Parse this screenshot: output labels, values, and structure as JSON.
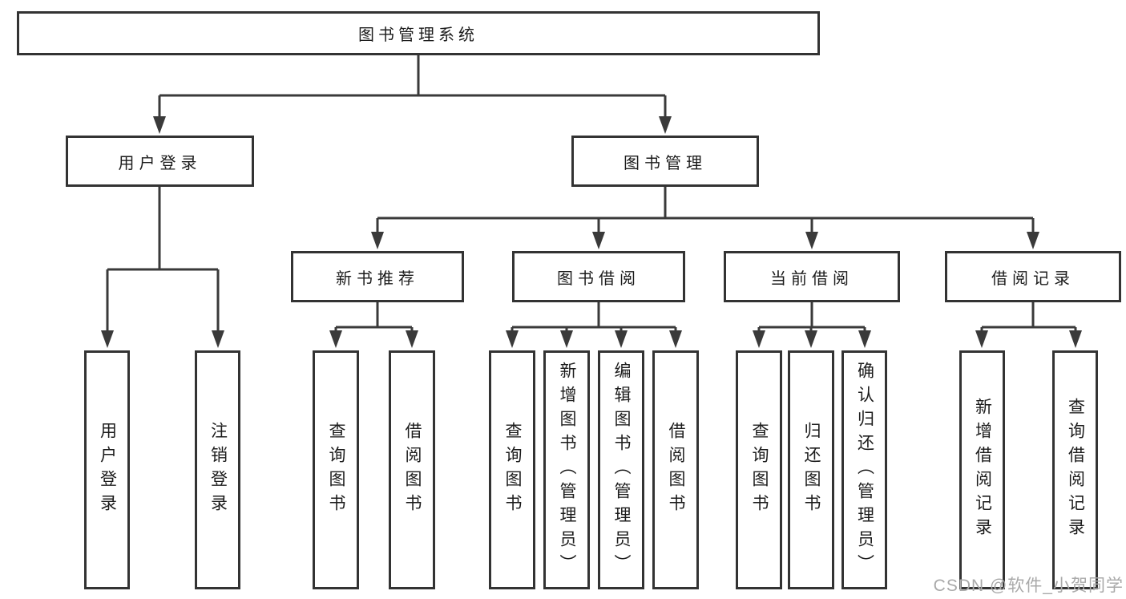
{
  "tree": {
    "root": {
      "label": "图书管理系统"
    },
    "level2": [
      {
        "label": "用户登录",
        "children": [
          {
            "label": "用户登录"
          },
          {
            "label": "注销登录"
          }
        ]
      },
      {
        "label": "图书管理",
        "children": [
          {
            "label": "新书推荐",
            "children": [
              {
                "label": "查询图书"
              },
              {
                "label": "借阅图书"
              }
            ]
          },
          {
            "label": "图书借阅",
            "children": [
              {
                "label": "查询图书"
              },
              {
                "label": "新增图书（管理员）"
              },
              {
                "label": "编辑图书（管理员）"
              },
              {
                "label": "借阅图书"
              }
            ]
          },
          {
            "label": "当前借阅",
            "children": [
              {
                "label": "查询图书"
              },
              {
                "label": "归还图书"
              },
              {
                "label": "确认归还（管理员）"
              }
            ]
          },
          {
            "label": "借阅记录",
            "children": [
              {
                "label": "新增借阅记录"
              },
              {
                "label": "查询借阅记录"
              }
            ]
          }
        ]
      }
    ]
  },
  "watermark": {
    "text": "CSDN @软件_小贺同学"
  },
  "colors": {
    "line": "#3a3a3a",
    "box_border": "#333333",
    "text": "#1c1c1c",
    "background": "#ffffff",
    "watermark": "#a9a9a9"
  }
}
